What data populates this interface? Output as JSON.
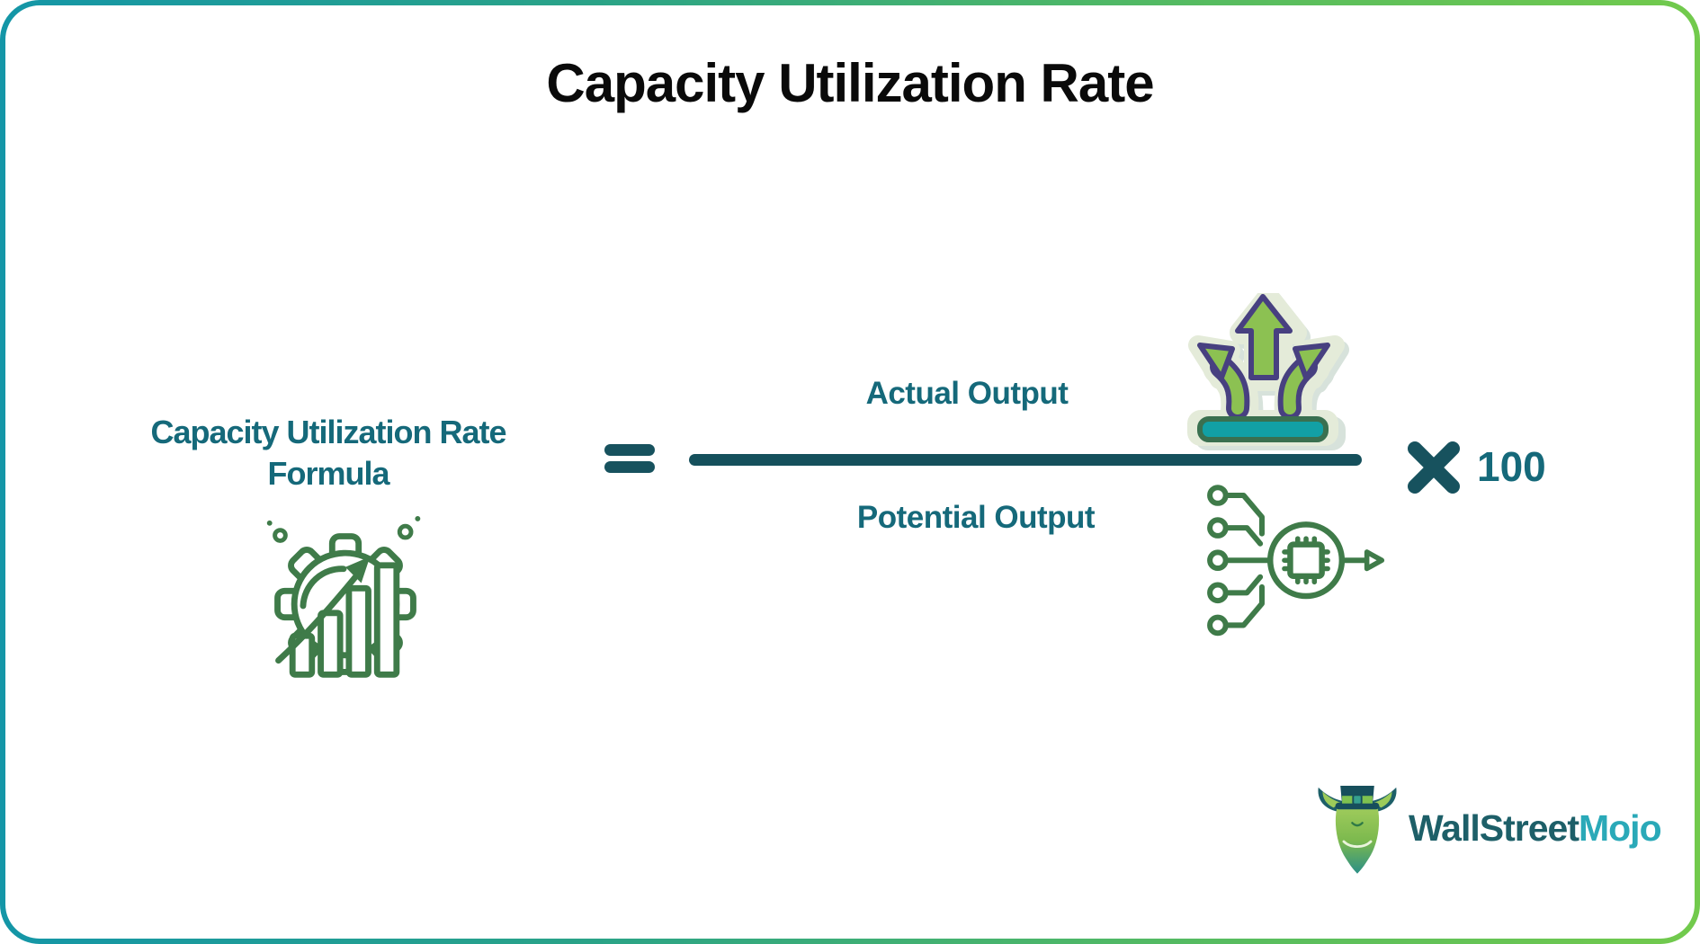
{
  "title": "Capacity Utilization Rate",
  "formula": {
    "label_line1": "Capacity Utilization Rate",
    "label_line2": "Formula",
    "equals_sign": "=",
    "numerator": "Actual Output",
    "denominator": "Potential Output",
    "multiply_sign": "×",
    "multiplier": "100"
  },
  "icons": {
    "gear_growth_icon": "gear-with-growth-bars",
    "output_arrows_icon": "three-way-output-arrows",
    "processing_icon": "network-chip-processing",
    "logo_bull_icon": "wallstreetmojo-bull-mascot"
  },
  "logo": {
    "brand_part1": "WallStreet",
    "brand_part2": "Mojo"
  },
  "colors": {
    "border_gradient_start": "#1496a7",
    "border_gradient_end": "#72ca4c",
    "title_color": "#0a0a0a",
    "teal_text": "#15697a",
    "dark_teal_shapes": "#15505c",
    "icon_outline_green": "#3f7b49",
    "arrow_fill_green": "#8cc152",
    "arrow_outline_navy": "#474080",
    "sticker_sage": "#e4ebd9",
    "bar_teal": "#12a0a5",
    "logo_dark_teal": "#1d5f68",
    "logo_cyan": "#2aa9b8"
  }
}
